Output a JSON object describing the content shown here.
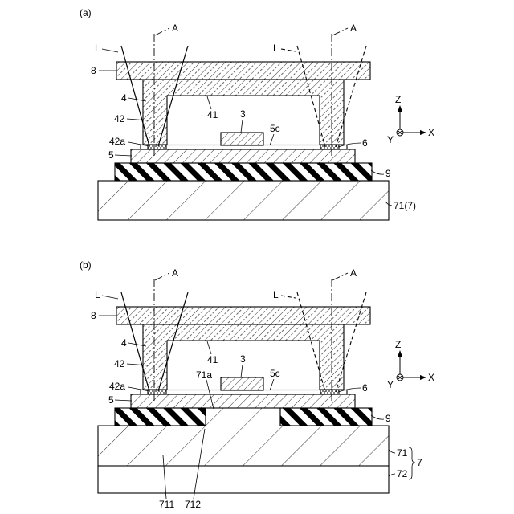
{
  "figure": {
    "panel_a": {
      "label": "(a)",
      "axis_left": "A",
      "axis_right": "A",
      "laser_left": "L",
      "laser_right": "L",
      "ref_8": "8",
      "ref_4": "4",
      "ref_42": "42",
      "ref_41": "41",
      "ref_3": "3",
      "ref_5c": "5c",
      "ref_42a": "42a",
      "ref_6": "6",
      "ref_5": "5",
      "ref_9": "9",
      "ref_71_7": "71(7)",
      "coord_z": "Z",
      "coord_x": "X",
      "coord_y": "Y"
    },
    "panel_b": {
      "label": "(b)",
      "axis_left": "A",
      "axis_right": "A",
      "laser_left": "L",
      "laser_right": "L",
      "ref_8": "8",
      "ref_4": "4",
      "ref_42": "42",
      "ref_41": "41",
      "ref_3": "3",
      "ref_5c": "5c",
      "ref_71a": "71a",
      "ref_42a": "42a",
      "ref_6": "6",
      "ref_5": "5",
      "ref_9": "9",
      "ref_71": "71",
      "ref_7": "7",
      "ref_72": "72",
      "ref_711": "711",
      "ref_712": "712",
      "coord_z": "Z",
      "coord_x": "X",
      "coord_y": "Y"
    }
  }
}
